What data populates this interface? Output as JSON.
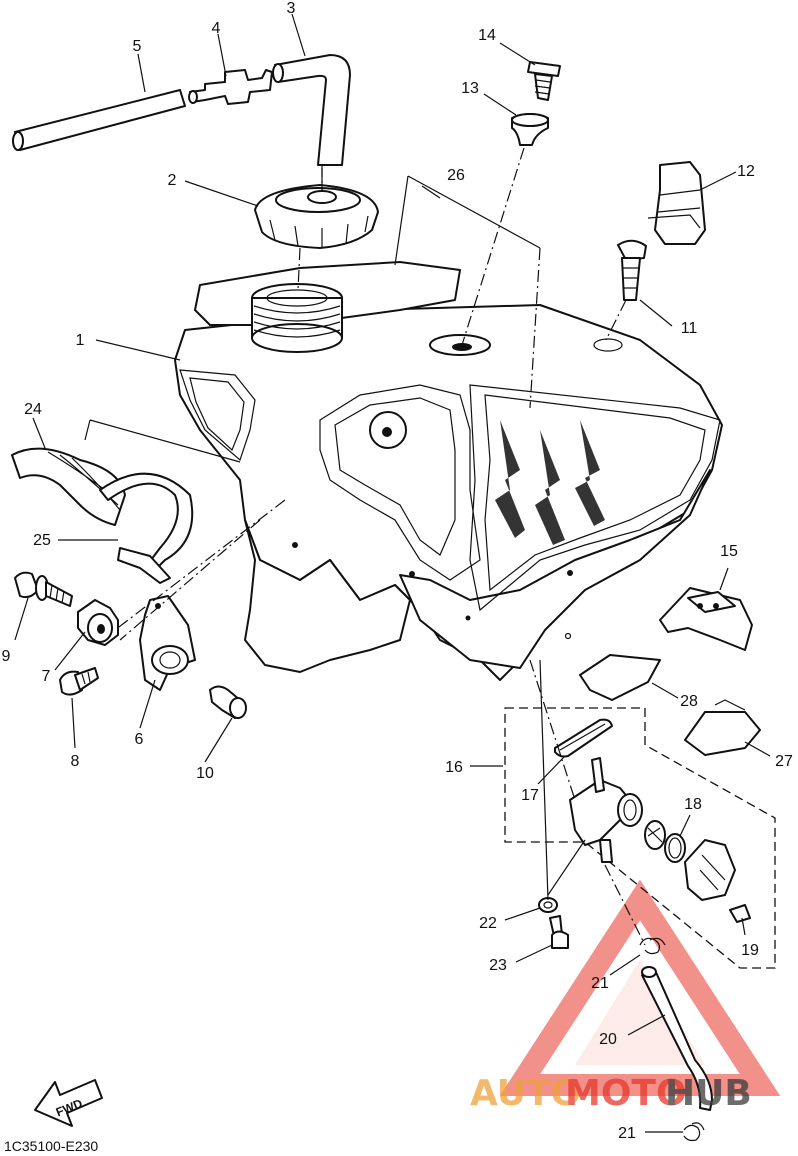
{
  "diagram": {
    "drawing_code": "1C35100-E230",
    "direction_label": "FWD",
    "watermark": {
      "part1": "AUTO",
      "part2": "MOTO",
      "part3": "HUB",
      "color_red": "#e8372b",
      "color_orange": "#f0a13a",
      "color_grey": "#3b3b3b"
    },
    "callouts": [
      "1",
      "2",
      "3",
      "4",
      "5",
      "6",
      "7",
      "8",
      "9",
      "10",
      "11",
      "12",
      "13",
      "14",
      "15",
      "16",
      "17",
      "18",
      "19",
      "20",
      "21",
      "21",
      "22",
      "23",
      "24",
      "25",
      "26",
      "27",
      "28"
    ]
  }
}
